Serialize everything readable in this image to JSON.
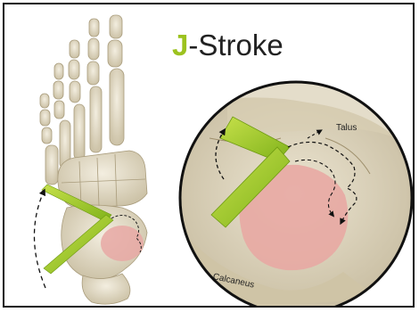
{
  "title": {
    "letter": "J",
    "rest": "-Stroke"
  },
  "labels": {
    "talus": "Talus",
    "calcaneus": "Calcaneus"
  },
  "icons": {
    "stroke": "j-stroke-marker-icon",
    "motion": "dashed-arc-arrow-icon"
  },
  "colors": {
    "accent": "#9cc21f",
    "accent_dark": "#6e9a12",
    "bone": "#e9e2cf",
    "bone_shadow": "#c9bfa3",
    "highlight": "#e7a8a4",
    "frame": "#111111",
    "text": "#222222"
  }
}
